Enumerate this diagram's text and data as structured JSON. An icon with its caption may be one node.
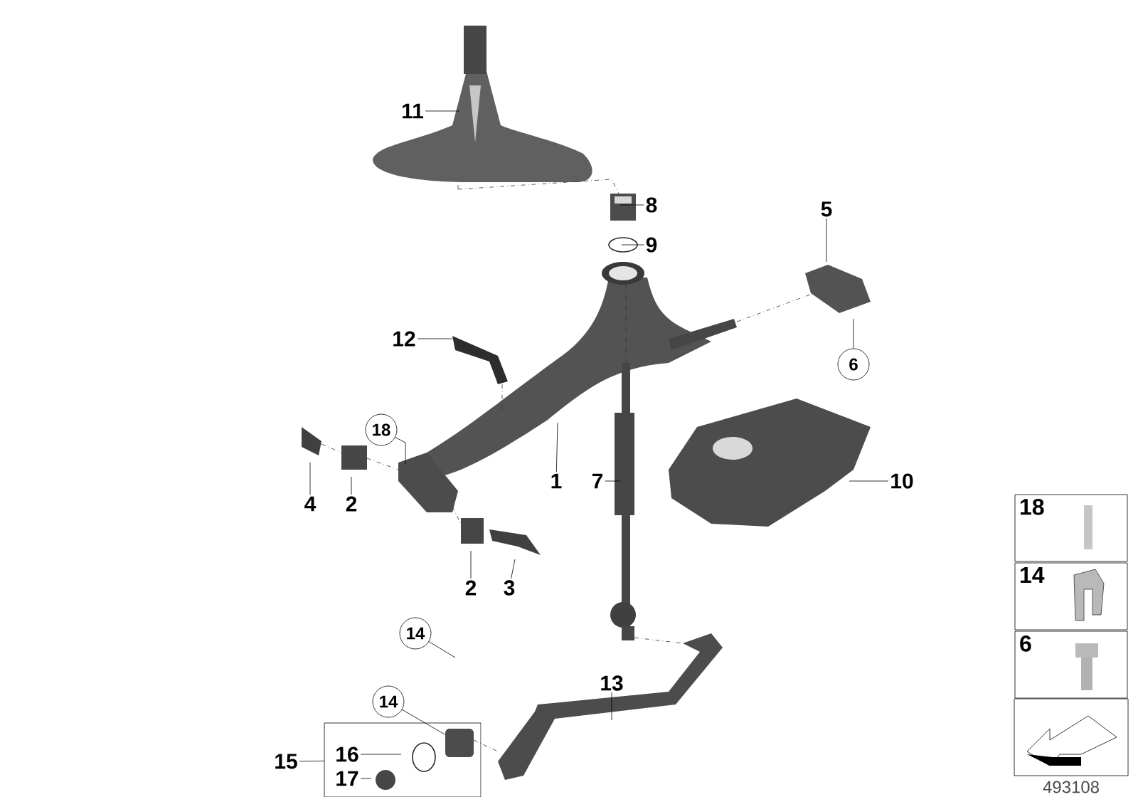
{
  "diagram": {
    "nodes": [
      {
        "text": [
          "11"
        ]
      },
      {
        "text": [
          "8"
        ]
      },
      {
        "text": [
          "9"
        ]
      },
      {
        "text": [
          "5"
        ]
      },
      {
        "text": [
          "6"
        ]
      },
      {
        "text": [
          "12"
        ]
      },
      {
        "text": [
          "18"
        ]
      },
      {
        "text": [
          "1"
        ]
      },
      {
        "text": [
          "7"
        ]
      },
      {
        "text": [
          "10"
        ]
      },
      {
        "text": [
          "4"
        ]
      },
      {
        "text": [
          "2"
        ]
      },
      {
        "text": [
          "2"
        ]
      },
      {
        "text": [
          "3"
        ]
      },
      {
        "text": [
          "14"
        ]
      },
      {
        "text": [
          "13"
        ]
      },
      {
        "text": [
          "14"
        ]
      },
      {
        "text": [],
        "shape": "box"
      },
      {
        "text": [
          "15"
        ]
      },
      {
        "text": [
          "16"
        ],
        "in": 17
      },
      {
        "text": [
          "17"
        ],
        "in": 17
      },
      {
        "text": [
          "18"
        ]
      },
      {
        "text": [
          "14"
        ]
      },
      {
        "text": [
          "6"
        ]
      },
      {
        "text": [],
        "shape": "box",
        "in": 17
      }
    ],
    "edges": [
      {
        "from": 0,
        "to": null,
        "arrow": "none"
      },
      {
        "from": 1,
        "to": null,
        "arrow": "none"
      },
      {
        "from": 2,
        "to": null,
        "arrow": "none"
      },
      {
        "from": 3,
        "to": null,
        "arrow": "none"
      },
      {
        "from": 4,
        "to": null,
        "arrow": "none"
      },
      {
        "from": 5,
        "to": null,
        "arrow": "none"
      },
      {
        "from": 6,
        "to": null,
        "arrow": "none"
      },
      {
        "from": 7,
        "to": null,
        "arrow": "none"
      },
      {
        "from": 8,
        "to": null,
        "arrow": "none"
      },
      {
        "from": 9,
        "to": null,
        "arrow": "none"
      },
      {
        "from": 10,
        "to": null,
        "arrow": "none"
      },
      {
        "from": 11,
        "to": null,
        "arrow": "none"
      },
      {
        "from": 12,
        "to": null,
        "arrow": "none"
      },
      {
        "from": 13,
        "to": null,
        "arrow": "none"
      },
      {
        "from": 14,
        "to": null,
        "arrow": "none"
      },
      {
        "from": 15,
        "to": null,
        "arrow": "none"
      },
      {
        "from": 16,
        "to": 24,
        "arrow": "none"
      },
      {
        "from": 18,
        "to": 17,
        "arrow": "none"
      },
      {
        "from": 19,
        "to": null,
        "arrow": "none"
      },
      {
        "from": 20,
        "to": null,
        "arrow": "none"
      }
    ],
    "labels": [
      "493108"
    ]
  }
}
